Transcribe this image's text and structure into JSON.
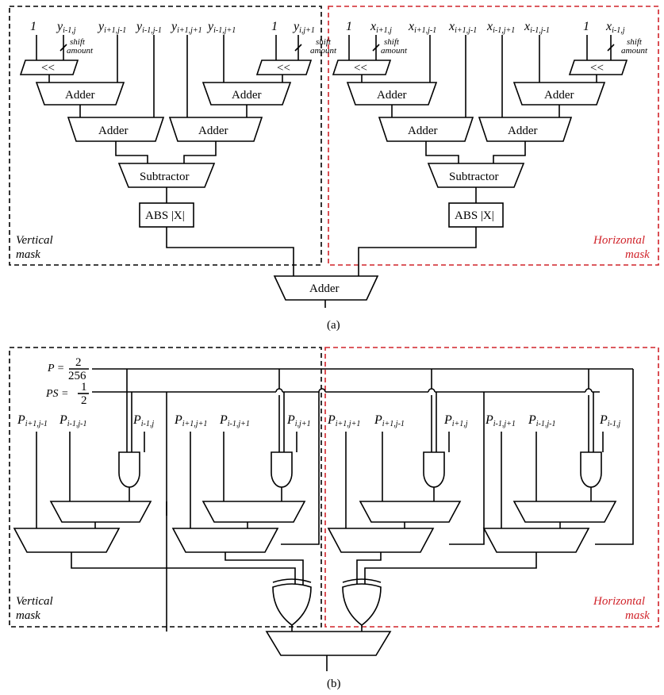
{
  "panel_a": {
    "caption": "(a)",
    "vertical_mask_label": [
      "Vertical",
      "mask"
    ],
    "horizontal_mask_label": [
      "Horizontal",
      "mask"
    ],
    "left_inputs": [
      {
        "base": "1",
        "sub": ""
      },
      {
        "base": "y",
        "sub": "i-1,j"
      },
      {
        "base": "y",
        "sub": "i+1,j-1"
      },
      {
        "base": "y",
        "sub": "i-1,j-1"
      },
      {
        "base": "y",
        "sub": "i+1,j+1"
      },
      {
        "base": "y",
        "sub": "i-1,j+1"
      },
      {
        "base": "1",
        "sub": ""
      },
      {
        "base": "y",
        "sub": "i,j+1"
      }
    ],
    "right_inputs": [
      {
        "base": "1",
        "sub": ""
      },
      {
        "base": "x",
        "sub": "i+1,j"
      },
      {
        "base": "x",
        "sub": "i+1,j-1"
      },
      {
        "base": "x",
        "sub": "i+1,j-1"
      },
      {
        "base": "x",
        "sub": "i-1,j+1"
      },
      {
        "base": "x",
        "sub": "i-1,j-1"
      },
      {
        "base": "1",
        "sub": ""
      },
      {
        "base": "x",
        "sub": "i-1,j"
      }
    ],
    "shift_label": [
      "shift",
      "amount"
    ],
    "shift_symbol": "<<",
    "adder_label": "Adder",
    "subtractor_label": "Subtractor",
    "abs_label": "ABS |X|"
  },
  "panel_b": {
    "caption": "(b)",
    "vertical_mask_label": [
      "Vertical",
      "mask"
    ],
    "horizontal_mask_label": [
      "Horizontal",
      "mask"
    ],
    "p_label": "P =",
    "p_num": "2",
    "p_den": "256",
    "ps_label": "PS =",
    "ps_num": "1",
    "ps_den": "2",
    "inputs": [
      {
        "base": "P",
        "sub": "i+1,j-1"
      },
      {
        "base": "P",
        "sub": "i-1,j-1"
      },
      {
        "base": "P",
        "sub": "i-1,j"
      },
      {
        "base": "P",
        "sub": "i+1,j+1"
      },
      {
        "base": "P",
        "sub": "i-1,j+1"
      },
      {
        "base": "P",
        "sub": "i,j+1"
      },
      {
        "base": "P",
        "sub": "i+1,j+1"
      },
      {
        "base": "P",
        "sub": "i+1,j-1"
      },
      {
        "base": "P",
        "sub": "i+1,j"
      },
      {
        "base": "P",
        "sub": "i-1,j+1"
      },
      {
        "base": "P",
        "sub": "i-1,j-1"
      },
      {
        "base": "P",
        "sub": "i-1,j"
      }
    ]
  }
}
